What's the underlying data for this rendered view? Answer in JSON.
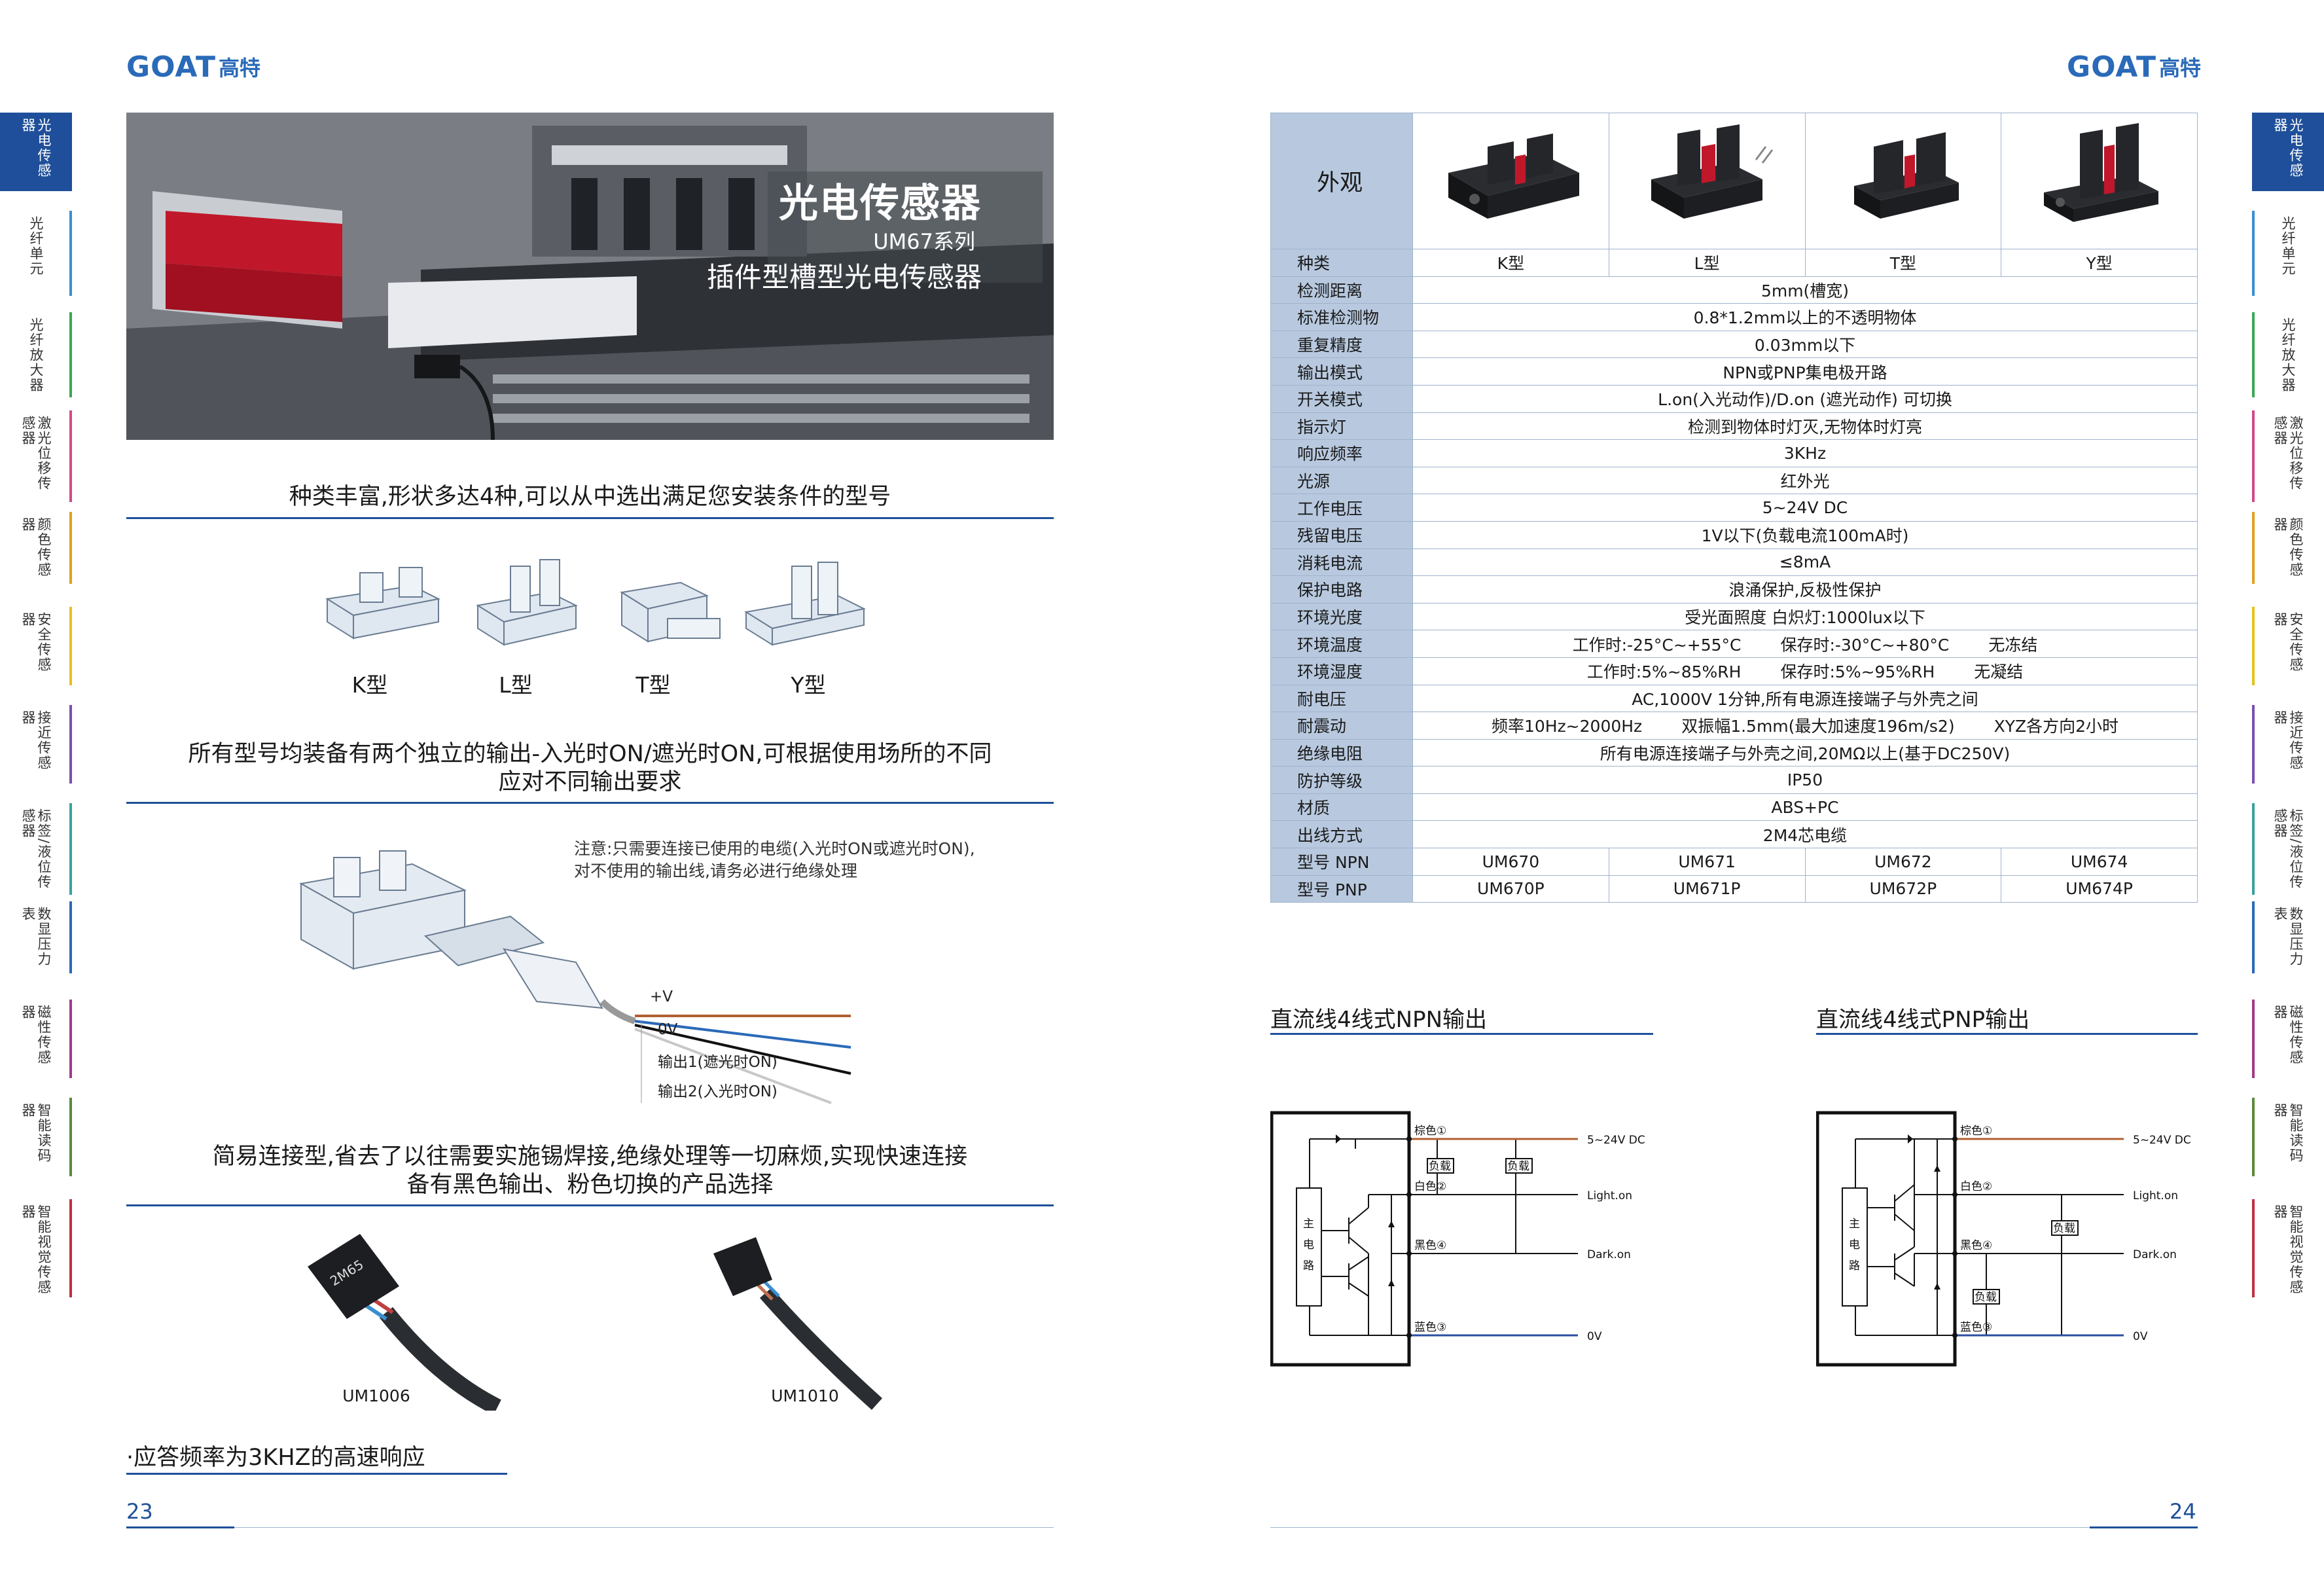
{
  "brand": {
    "logo_text": "GOAT",
    "logo_cn": "高特"
  },
  "left_page": {
    "hero": {
      "title": "光电传感器",
      "series": "UM67系列",
      "subtitle": "插件型槽型光电传感器"
    },
    "sections": [
      "种类丰富,形状多达4种,可以从中选出满足您安装条件的型号",
      "所有型号均装备有两个独立的输出-入光时ON/遮光时ON,可根据使用场所的不同",
      "应对不同输出要求",
      "简易连接型,省去了以往需要实施锡焊接,绝缘处理等一切麻烦,实现快速连接",
      "备有黑色输出、粉色切换的产品选择",
      "·应答频率为3KHZ的高速响应"
    ],
    "types": [
      "K型",
      "L型",
      "T型",
      "Y型"
    ],
    "note_lines": [
      "注意:只需要连接已使用的电缆(入光时ON或遮光时ON),",
      "对不使用的输出线,请务必进行绝缘处理"
    ],
    "wires": [
      "+V",
      "0V",
      "输出1(遮光时ON)",
      "输出2(入光时ON)"
    ],
    "cables": [
      "UM1006",
      "UM1010"
    ],
    "cable_print": "2M65",
    "page_number": "23"
  },
  "right_page": {
    "page_number": "24",
    "table": {
      "appearance_label": "外观",
      "type_label": "种类",
      "types": [
        "K型",
        "L型",
        "T型",
        "Y型"
      ],
      "rows": [
        {
          "label": "检测距离",
          "value": "5mm(槽宽)"
        },
        {
          "label": "标准检测物",
          "value": "0.8*1.2mm以上的不透明物体"
        },
        {
          "label": "重复精度",
          "value": "0.03mm以下"
        },
        {
          "label": "输出模式",
          "value": "NPN或PNP集电极开路"
        },
        {
          "label": "开关模式",
          "value": "L.on(入光动作)/D.on (遮光动作) 可切换"
        },
        {
          "label": "指示灯",
          "value": "检测到物体时灯灭,无物体时灯亮"
        },
        {
          "label": "响应频率",
          "value": "3KHz"
        },
        {
          "label": "光源",
          "value": "红外光"
        },
        {
          "label": "工作电压",
          "value": "5~24V DC"
        },
        {
          "label": "残留电压",
          "value": "1V以下(负载电流100mA时)"
        },
        {
          "label": "消耗电流",
          "value": "≤8mA"
        },
        {
          "label": "保护电路",
          "value": "浪涌保护,反极性保护"
        },
        {
          "label": "环境光度",
          "value": "受光面照度 白炽灯:1000lux以下"
        }
      ],
      "temp": {
        "label": "环境温度",
        "parts": [
          "工作时:-25°C~+55°C",
          "保存时:-30°C~+80°C",
          "无冻结"
        ]
      },
      "humid": {
        "label": "环境湿度",
        "parts": [
          "工作时:5%~85%RH",
          "保存时:5%~95%RH",
          "无凝结"
        ]
      },
      "rows2": [
        {
          "label": "耐电压",
          "value": "AC,1000V 1分钟,所有电源连接端子与外壳之间"
        }
      ],
      "vib": {
        "label": "耐震动",
        "parts": [
          "频率10Hz~2000Hz",
          "双振幅1.5mm(最大加速度196m/s2)",
          "XYZ各方向2小时"
        ]
      },
      "rows3": [
        {
          "label": "绝缘电阻",
          "value": "所有电源连接端子与外壳之间,20MΩ以上(基于DC250V)"
        },
        {
          "label": "防护等级",
          "value": "IP50"
        },
        {
          "label": "材质",
          "value": "ABS+PC"
        },
        {
          "label": "出线方式",
          "value": "2M4芯电缆"
        }
      ],
      "npn": {
        "label": "型号 NPN",
        "values": [
          "UM670",
          "UM671",
          "UM672",
          "UM674"
        ]
      },
      "pnp": {
        "label": "型号 PNP",
        "values": [
          "UM670P",
          "UM671P",
          "UM672P",
          "UM674P"
        ]
      }
    },
    "diagrams": {
      "npn_title": "直流线4线式NPN输出",
      "pnp_title": "直流线4线式PNP输出",
      "main_circuit": [
        "主",
        "电",
        "路"
      ],
      "brown": "棕色①",
      "white": "白色②",
      "black": "黑色④",
      "blue": "蓝色③",
      "supply": "5~24V DC",
      "light": "Light.on",
      "dark": "Dark.on",
      "zero": "0V",
      "load": "负载"
    }
  },
  "side_tabs": [
    "光电传感器",
    "光纤单元",
    "光纤放大器",
    "激光位移传感器",
    "颜色传感器",
    "安全传感器",
    "接近传感器",
    "标签/液位传感器",
    "数显压力表",
    "磁性传感器",
    "智能读码器",
    "智能视觉传感器"
  ],
  "tab_colors": [
    "#1f4f9a",
    "#3a8fd0",
    "#3aa655",
    "#d04a8a",
    "#e0a020",
    "#e6c020",
    "#7a4fb0",
    "#3aa0a0",
    "#2a6ab8",
    "#a03a8a",
    "#5a8a3a",
    "#c03040"
  ]
}
